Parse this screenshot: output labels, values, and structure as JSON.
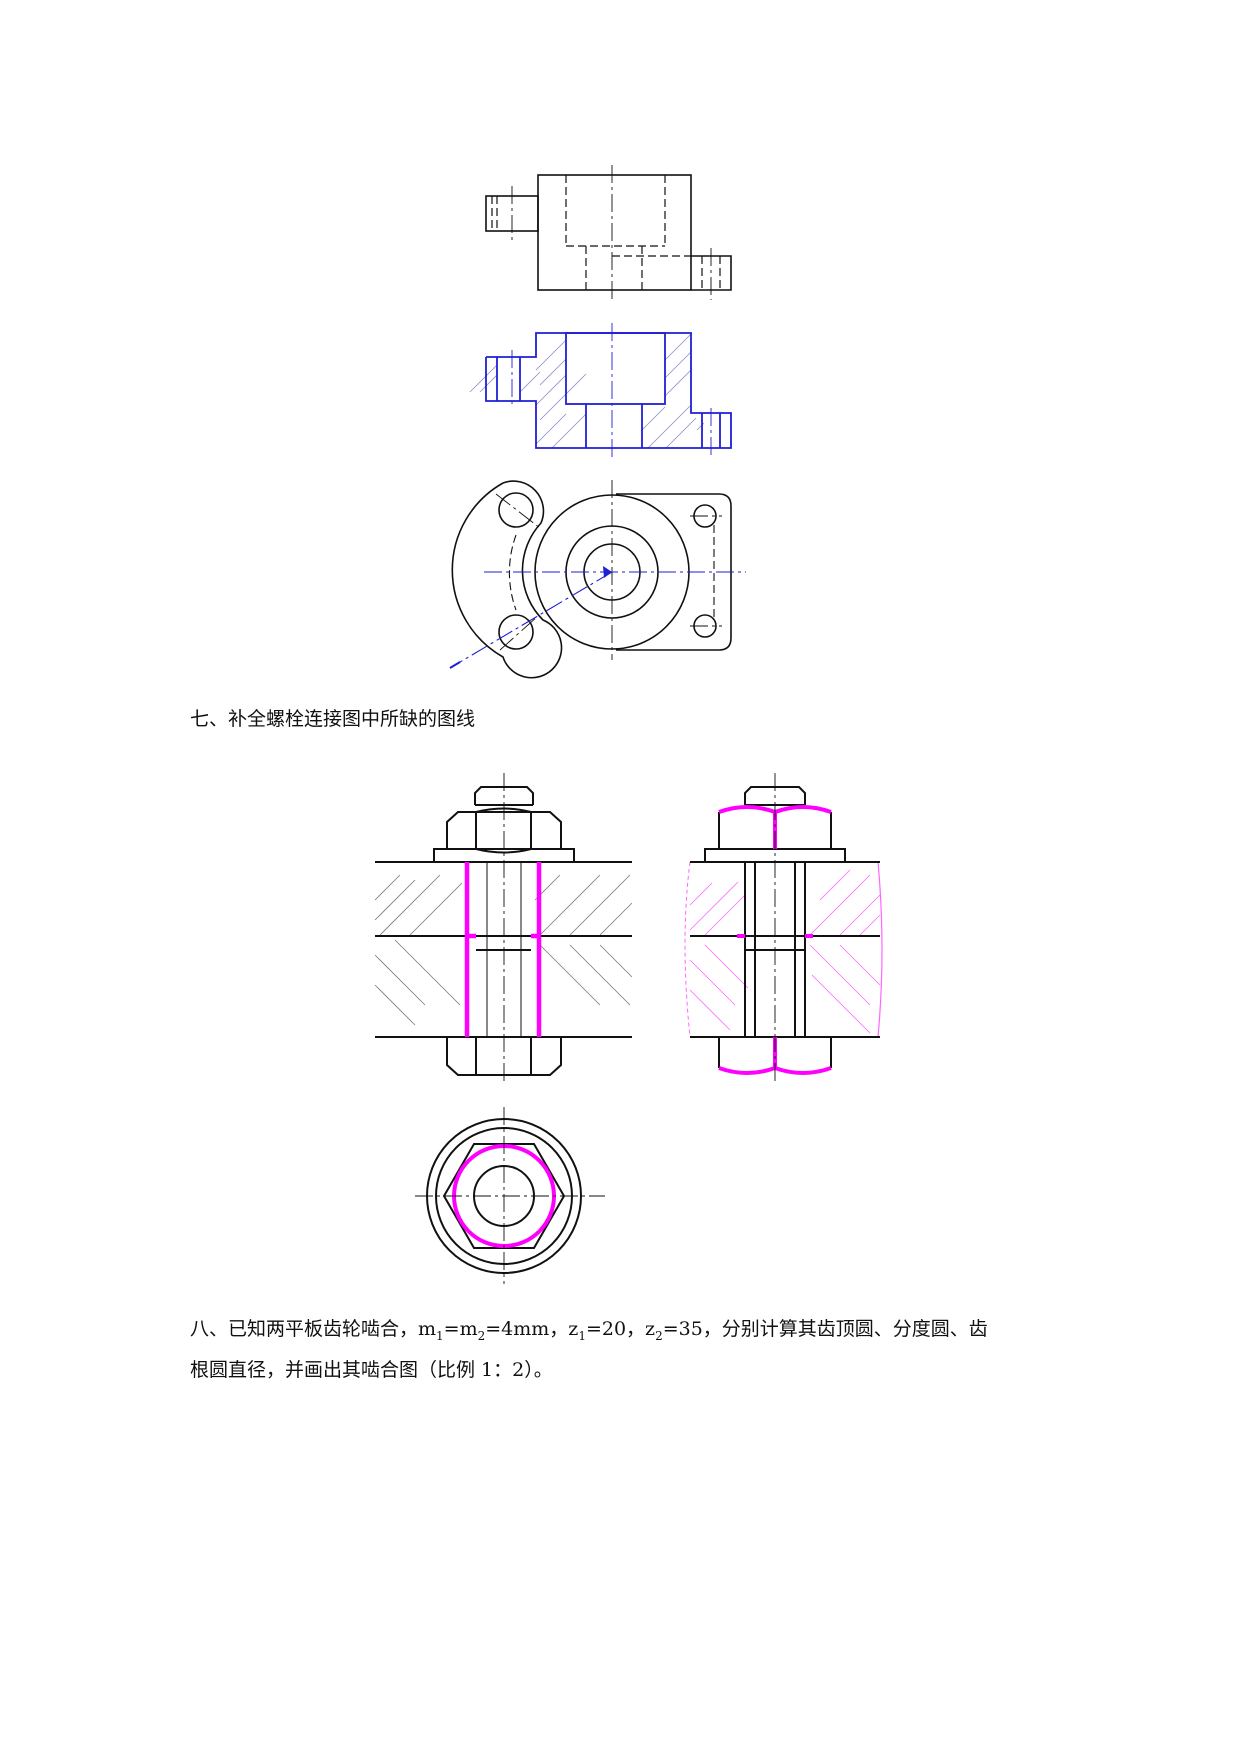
{
  "question7": {
    "text": "七、补全螺栓连接图中所缺的图线"
  },
  "question8": {
    "prefix": "八、已知两平板齿轮啮合，m",
    "m1_sub": "1",
    "eq1": "=m",
    "m2_sub": "2",
    "m_value": "=4mm，z",
    "z1_sub": "1",
    "z1_value": "=20，z",
    "z2_sub": "2",
    "z2_value": "=35，分别计算其齿顶圆、分度圆、齿",
    "line2": "根圆直径，并画出其啮合图（比例 1：2）。"
  },
  "colors": {
    "black": "#111111",
    "blue": "#1f1fd6",
    "magenta": "#ff00ff",
    "hatch_pink": "#ff66ff"
  }
}
